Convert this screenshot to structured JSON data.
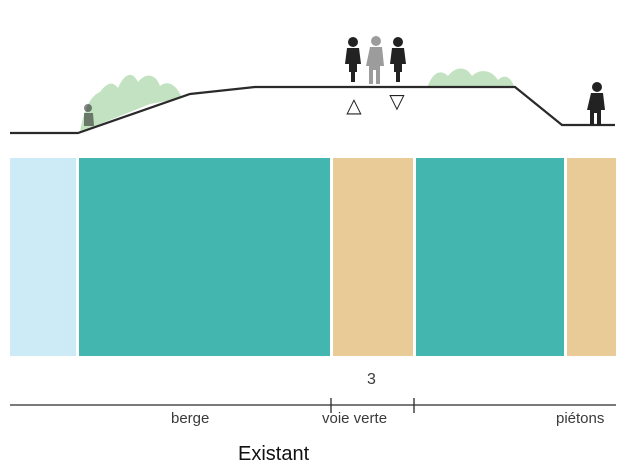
{
  "colors": {
    "water": "#cdebf6",
    "green": "#44b6b0",
    "path": "#e8cb97",
    "ground": "#2a2a2a",
    "vegetation": "#b9ddb6",
    "people_dark": "#222222",
    "people_light": "#9c9c9c"
  },
  "bands": [
    {
      "type": "water"
    },
    {
      "type": "green"
    },
    {
      "type": "path"
    },
    {
      "type": "green"
    },
    {
      "type": "path"
    }
  ],
  "dimension": {
    "value": "3"
  },
  "labels": {
    "berge": "berge",
    "voie_verte": "voie verte",
    "pietons": "piétons"
  },
  "direction_symbols": {
    "up": "△",
    "down": "▽"
  },
  "icons": [
    "cyclist-icon",
    "pedestrian-icon",
    "vegetation-icon"
  ],
  "title": "Existant"
}
